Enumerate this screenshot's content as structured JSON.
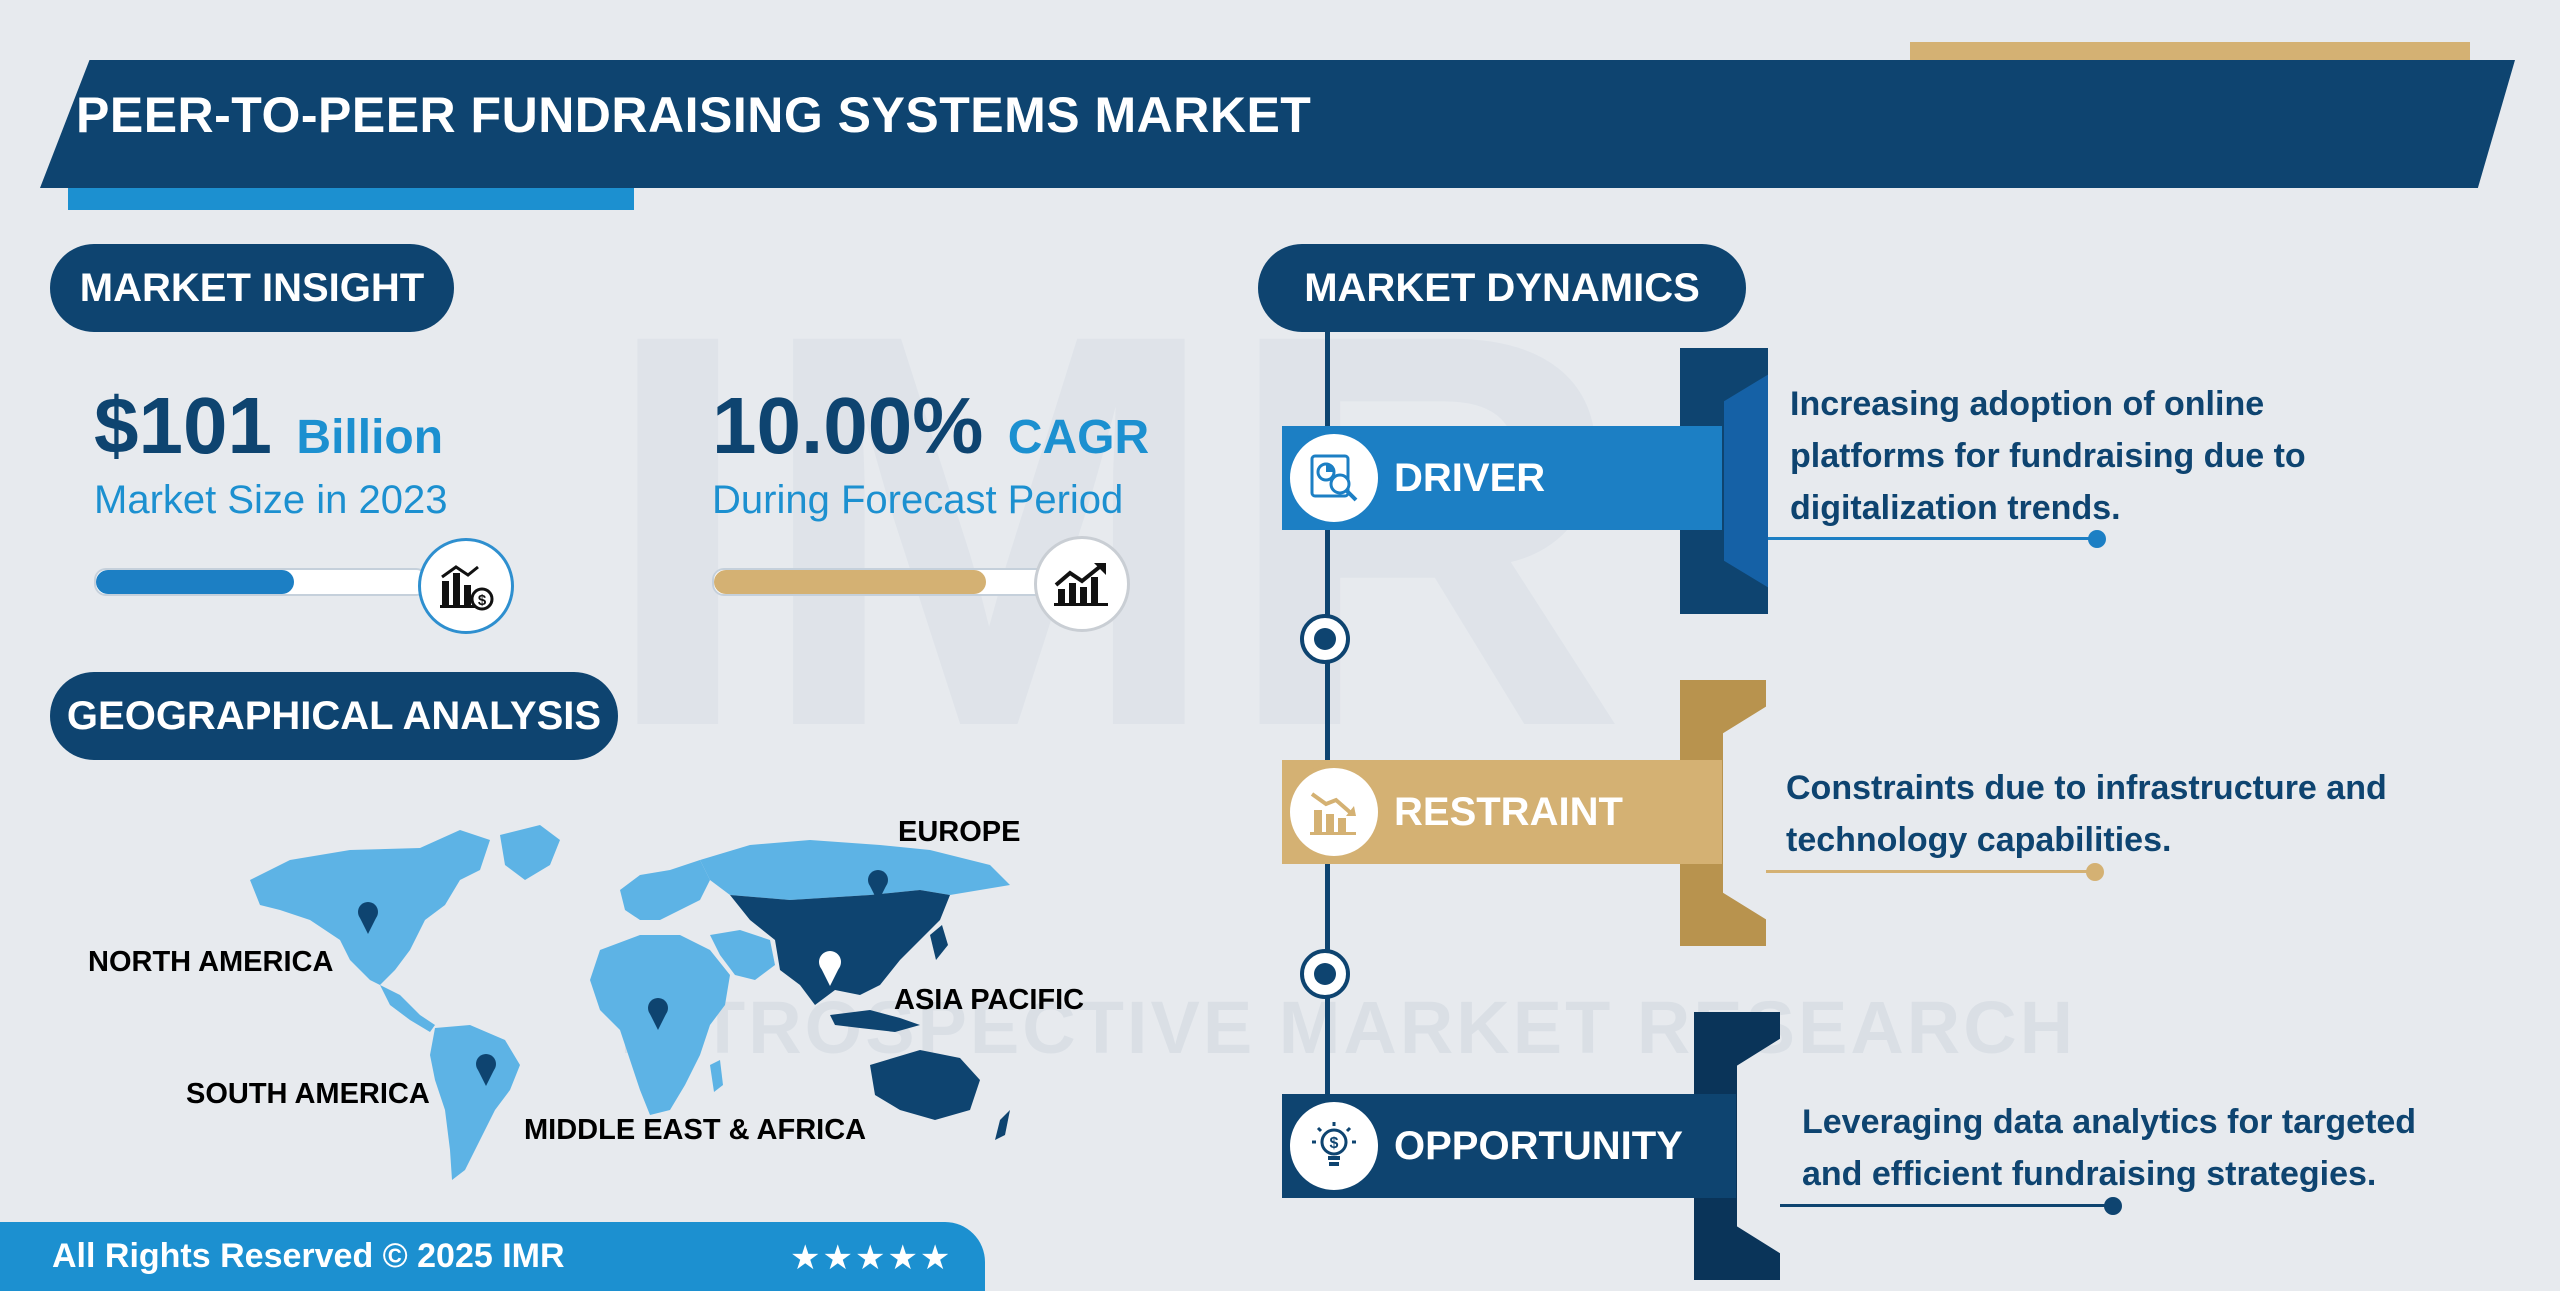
{
  "title": "PEER-TO-PEER FUNDRAISING SYSTEMS MARKET",
  "watermark": {
    "logo": "IMR",
    "company": "INTROSPECTIVE MARKET RESEARCH"
  },
  "market_insight": {
    "heading": "MARKET INSIGHT",
    "size": {
      "value": "$101",
      "unit": "Billion",
      "caption": "Market Size in 2023",
      "progress": 0.6,
      "icon": "chart-dollar-icon"
    },
    "cagr": {
      "value": "10.00%",
      "unit": "CAGR",
      "caption": "During Forecast Period",
      "progress": 0.8,
      "icon": "growth-chart-icon"
    }
  },
  "geographical_analysis": {
    "heading": "GEOGRAPHICAL ANALYSIS",
    "regions": [
      "NORTH AMERICA",
      "EUROPE",
      "ASIA PACIFIC",
      "SOUTH AMERICA",
      "MIDDLE EAST & AFRICA"
    ]
  },
  "market_dynamics": {
    "heading": "MARKET DYNAMICS",
    "items": [
      {
        "label": "DRIVER",
        "text_lines": [
          "Increasing adoption of online",
          "platforms for fundraising due to",
          "digitalization trends."
        ],
        "color": "#1c7fc4",
        "icon": "analytics-report-icon"
      },
      {
        "label": "RESTRAINT",
        "text_lines": [
          "Constraints due to infrastructure and",
          "technology capabilities."
        ],
        "color": "#d4b173",
        "icon": "declining-chart-icon"
      },
      {
        "label": "OPPORTUNITY",
        "text_lines": [
          "Leveraging data analytics for targeted",
          "and efficient fundraising strategies."
        ],
        "color": "#0e4470",
        "icon": "money-idea-icon"
      }
    ]
  },
  "colors": {
    "navy": "#0e4470",
    "blue": "#1c90d0",
    "light_blue": "#5db3e5",
    "gold": "#d4b173",
    "background": "#e7eaee"
  },
  "footer": {
    "copyright": "All Rights Reserved © 2025 IMR",
    "stars": "★★★★★"
  }
}
